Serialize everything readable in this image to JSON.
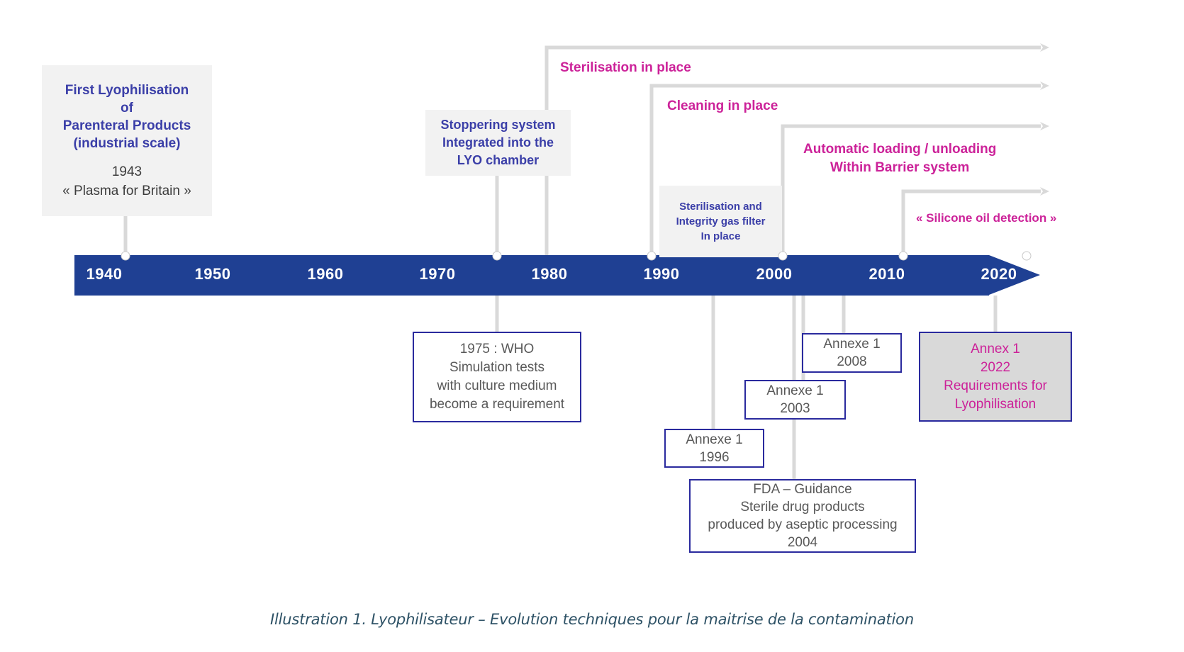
{
  "caption": "Illustration 1. Lyophilisateur – Evolution techniques pour la  maitrise de la contamination",
  "colors": {
    "timeline_bar": "#1f4093",
    "year_text": "#ffffff",
    "callout_fill": "#f2f2f2",
    "callout_text": "#3b3fa8",
    "magenta": "#cc2299",
    "box_border": "#2a2a9e",
    "box_text": "#595959",
    "grey_fill": "#d9d9d9",
    "connector": "#d9d9d9",
    "caption_text": "#2e5266"
  },
  "timeline": {
    "years": [
      "1940",
      "1950",
      "1960",
      "1970",
      "1980",
      "1990",
      "2000",
      "2010",
      "2020"
    ],
    "marker_years": [
      "1943",
      "1975",
      "1990",
      "2000",
      "2010",
      "2020"
    ]
  },
  "callouts": [
    {
      "id": "first-lyophilisation",
      "lines": [
        "First Lyophilisation",
        "of",
        "Parenteral Products",
        "(industrial scale)"
      ],
      "sub_lines": [
        "1943",
        "« Plasma  for Britain »"
      ]
    },
    {
      "id": "stoppering-system",
      "lines": [
        "Stoppering system",
        "Integrated into the",
        "LYO chamber"
      ]
    },
    {
      "id": "sterilisation-integrity-gas-filter",
      "lines": [
        "Sterilisation and",
        "Integrity gas filter",
        "In place"
      ]
    }
  ],
  "arrow_labels": [
    {
      "id": "sterilisation-in-place",
      "lines": [
        "Sterilisation  in place"
      ]
    },
    {
      "id": "cleaning-in-place",
      "lines": [
        "Cleaning  in place"
      ]
    },
    {
      "id": "automatic-loading-unloading",
      "lines": [
        "Automatic  loading / unloading",
        "Within  Barrier  system"
      ]
    },
    {
      "id": "silicone-oil-detection",
      "lines": [
        "« Silicone  oil detection »"
      ]
    }
  ],
  "regulatory_boxes": [
    {
      "id": "who-1975",
      "lines": [
        "1975 : WHO",
        "Simulation tests",
        "with culture medium",
        "become a requirement"
      ]
    },
    {
      "id": "annexe-1-1996",
      "lines": [
        "Annexe 1",
        "1996"
      ]
    },
    {
      "id": "fda-guidance-2004",
      "lines": [
        "FDA – Guidance",
        "Sterile drug products",
        "produced by aseptic processing",
        "2004"
      ]
    },
    {
      "id": "annexe-1-2003",
      "lines": [
        "Annexe 1",
        "2003"
      ]
    },
    {
      "id": "annexe-1-2008",
      "lines": [
        "Annexe 1",
        "2008"
      ]
    },
    {
      "id": "annex-1-2022",
      "lines": [
        "Annex 1",
        "2022",
        "Requirements for",
        "Lyophilisation"
      ]
    }
  ]
}
